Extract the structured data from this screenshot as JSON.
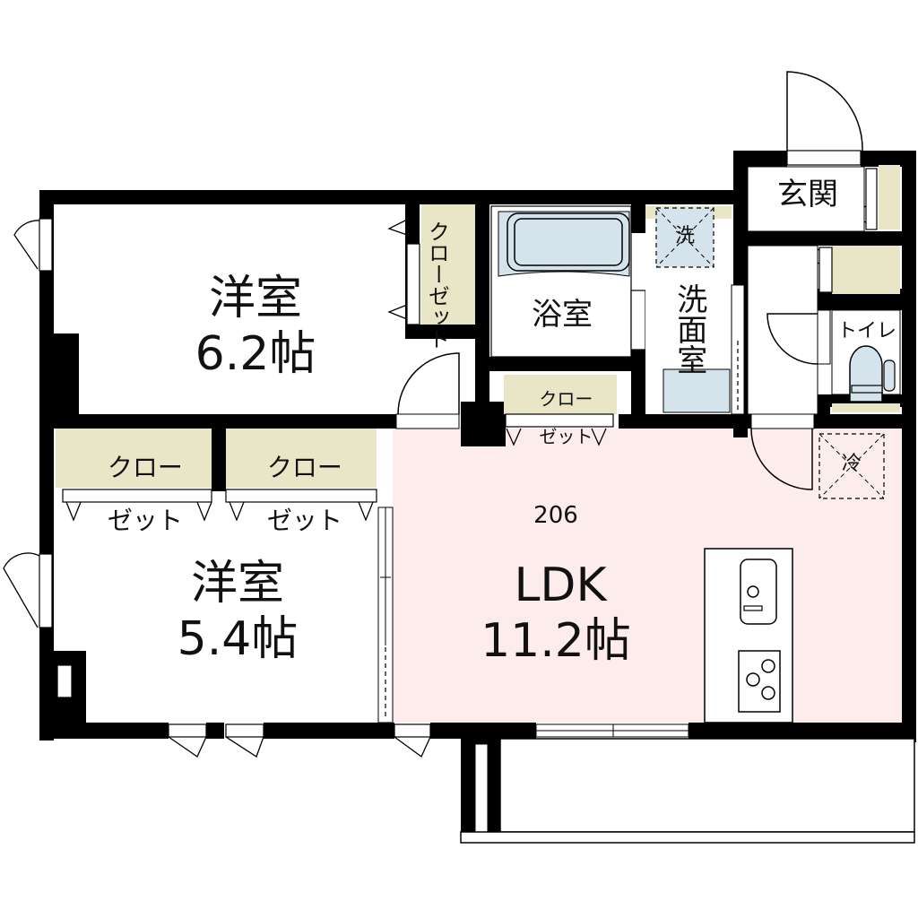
{
  "unit_number": "206",
  "colors": {
    "wall": "#000000",
    "ldk_floor": "#fdecec",
    "closet": "#e8e6c6",
    "wet_area": "#d5e3ec",
    "line": "#111111"
  },
  "rooms": {
    "western_room_1": {
      "name": "洋室",
      "size": "6.2帖"
    },
    "western_room_2": {
      "name": "洋室",
      "size": "5.4帖"
    },
    "ldk": {
      "name": "LDK",
      "size": "11.2帖"
    },
    "bathroom": {
      "name": "浴室"
    },
    "washroom": {
      "name": "洗面室"
    },
    "entrance": {
      "name": "玄関"
    },
    "toilet": {
      "name": "トイレ"
    }
  },
  "closets": {
    "closet_room1": "クローゼット",
    "closet_room2_left": "クローゼット",
    "closet_room2_right": "クローゼット",
    "closet_hall": "クローゼット"
  },
  "closet_lines": {
    "line1": "クロー",
    "line2": "ゼット"
  },
  "symbols": {
    "washer": "洗",
    "fridge": "冷"
  }
}
